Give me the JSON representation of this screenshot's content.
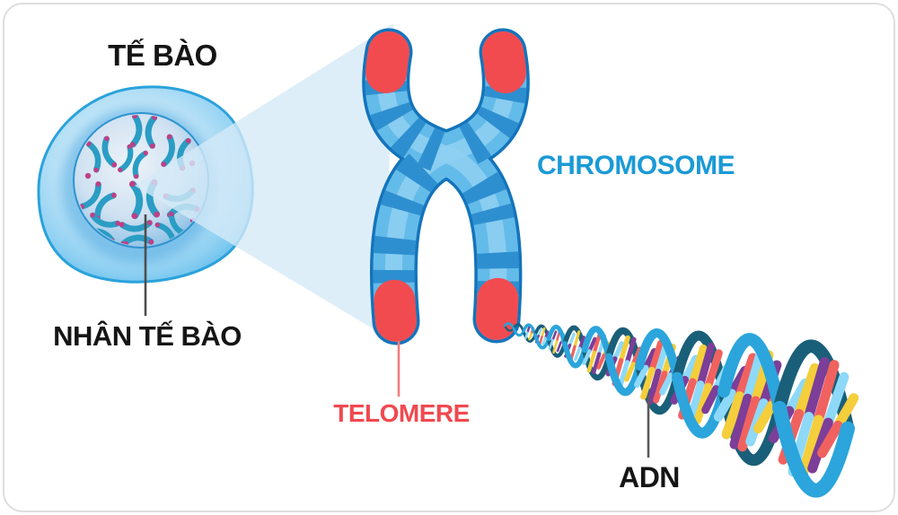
{
  "diagram": {
    "subject": "telomere-chromosome-cell",
    "labels": {
      "cell": "TẾ BÀO",
      "nucleus": "NHÂN TẾ BÀO",
      "chromosome": "CHROMOSOME",
      "telomere": "TELOMERE",
      "dna": "ADN"
    },
    "colors": {
      "chromosome_fill": "#63BBE9",
      "chromosome_band": "#2E8FD0",
      "chromosome_outline": "#1474BB",
      "chromosome_highlight": "#8FD0F2",
      "telomere_cap": "#F14B50",
      "chromosome_label": "#1B9AD6",
      "telomere_label": "#F0494F",
      "dark_label": "#151515",
      "helix_front": "#2BA5DC",
      "helix_back": "#1A5F79",
      "rung_colors": [
        "#F4CE3B",
        "#7C3E98",
        "#F0625F",
        "#8ED9F8"
      ],
      "beam": "#D5EAF8",
      "cell_outline": "#2AA2DB",
      "nucleus_outline": "#2E93CF",
      "mini_chromosome": "#2A9DC4",
      "mini_chromosome_tip": "#C13F85",
      "pointer_dark": "#4d4d4d",
      "pointer_red": "#F37C7C"
    }
  }
}
